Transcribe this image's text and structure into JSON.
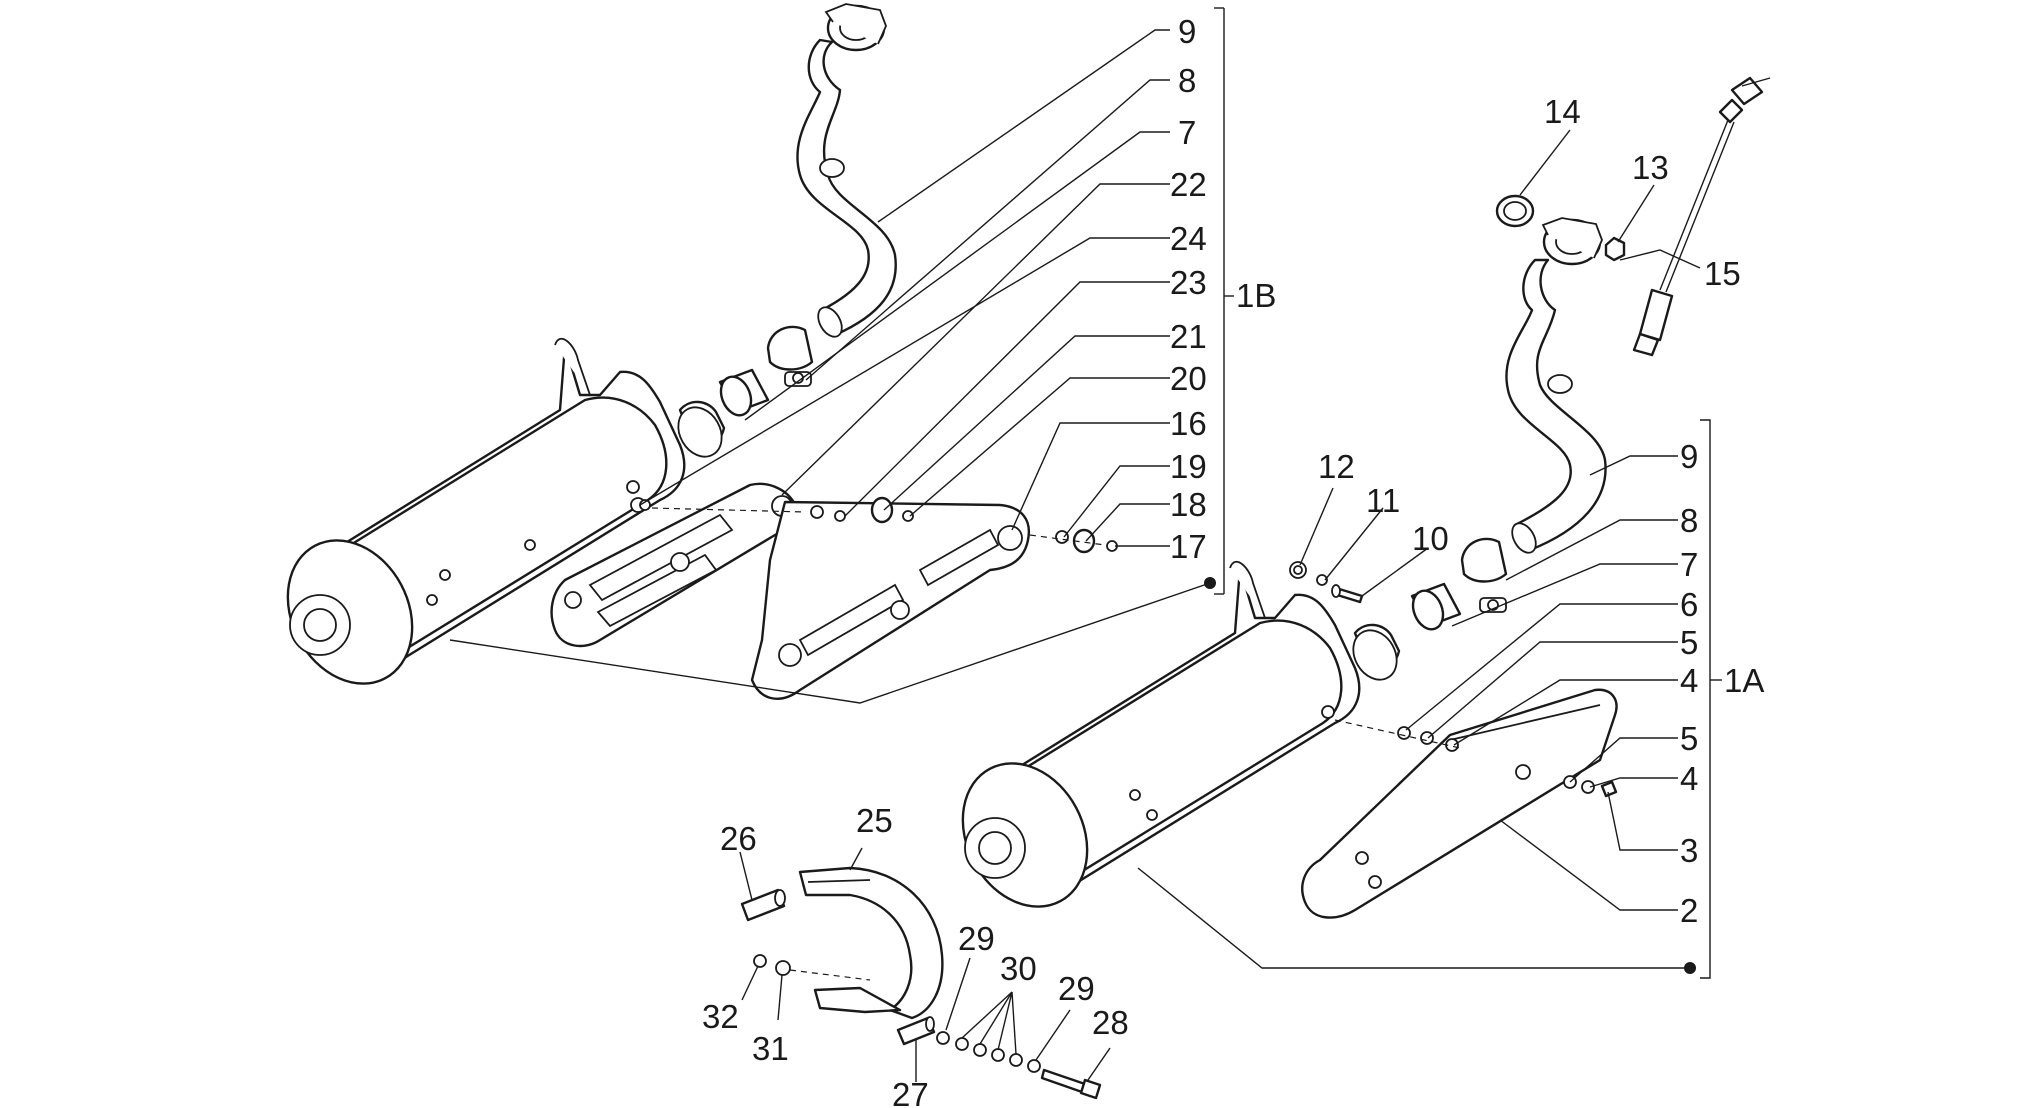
{
  "labels": {
    "l9a": "9",
    "l8a": "8",
    "l7a": "7",
    "l22": "22",
    "l24": "24",
    "l23": "23",
    "l21": "21",
    "l20": "20",
    "l16": "16",
    "l19": "19",
    "l18": "18",
    "l17": "17",
    "l1b": "1B",
    "l14": "14",
    "l13": "13",
    "l15": "15",
    "l12": "12",
    "l11": "11",
    "l10": "10",
    "l9b": "9",
    "l8b": "8",
    "l7b": "7",
    "l6": "6",
    "l5a": "5",
    "l4a": "4",
    "l1a": "1A",
    "l5b": "5",
    "l4b": "4",
    "l3": "3",
    "l2": "2",
    "l26": "26",
    "l25": "25",
    "l29a": "29",
    "l30": "30",
    "l29b": "29",
    "l28": "28",
    "l32": "32",
    "l31": "31",
    "l27": "27"
  }
}
